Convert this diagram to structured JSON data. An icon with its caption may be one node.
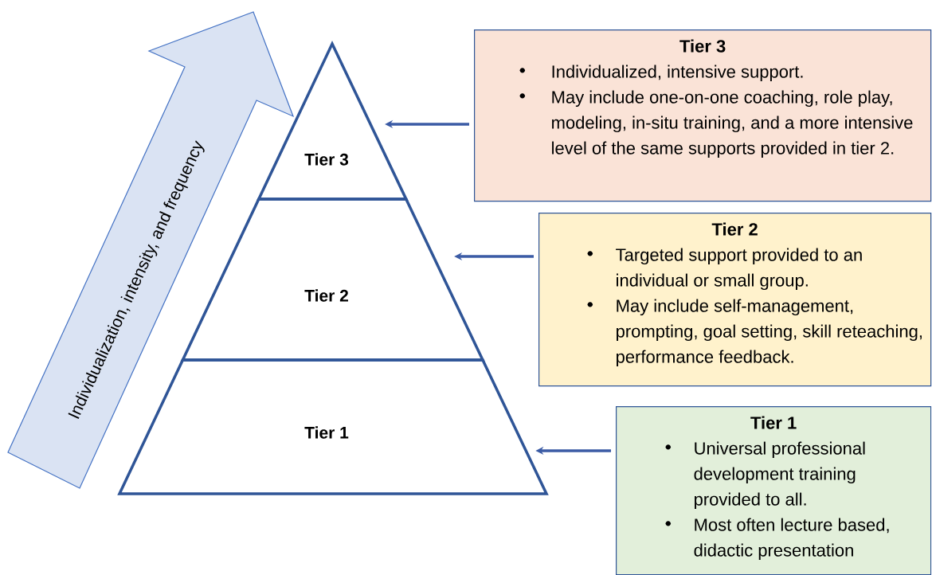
{
  "diagram": {
    "nodes": [
      {
        "text": [
          "Individualization, intensity, and frequency"
        ]
      },
      {
        "text": [
          "Tier 3"
        ]
      },
      {
        "text": [
          "Tier 2"
        ]
      },
      {
        "text": [
          "Tier 1"
        ]
      },
      {
        "text": [
          "Tier 3",
          "Individualized, intensive support.",
          "May include one-on-one coaching, role play, modeling, in-situ training, and a more intensive level of the same supports provided in tier 2."
        ]
      },
      {
        "text": [
          "Tier 2",
          "Targeted support provided to an individual or small group.",
          "May include self-management, prompting, goal setting, skill reteaching, performance feedback."
        ]
      },
      {
        "text": [
          "Tier 1",
          "Universal professional development training provided to all.",
          "Most often lecture based, didactic presentation"
        ]
      }
    ],
    "edges": [
      {
        "from": 4,
        "to": 1,
        "arrow": "to"
      },
      {
        "from": 5,
        "to": 2,
        "arrow": "to"
      },
      {
        "from": 6,
        "to": 3,
        "arrow": "to"
      }
    ]
  }
}
